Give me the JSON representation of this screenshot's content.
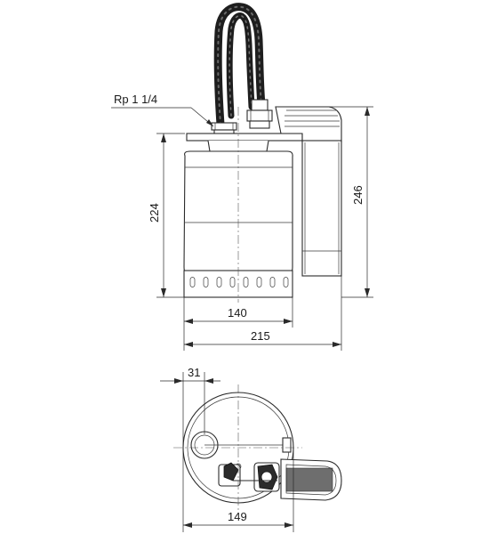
{
  "drawing": {
    "thread_label": "Rp 1 1/4",
    "dims": {
      "height_pump": "224",
      "height_total": "246",
      "width_body": "140",
      "width_total": "215",
      "offset_outlet": "31",
      "width_plan": "149"
    }
  }
}
